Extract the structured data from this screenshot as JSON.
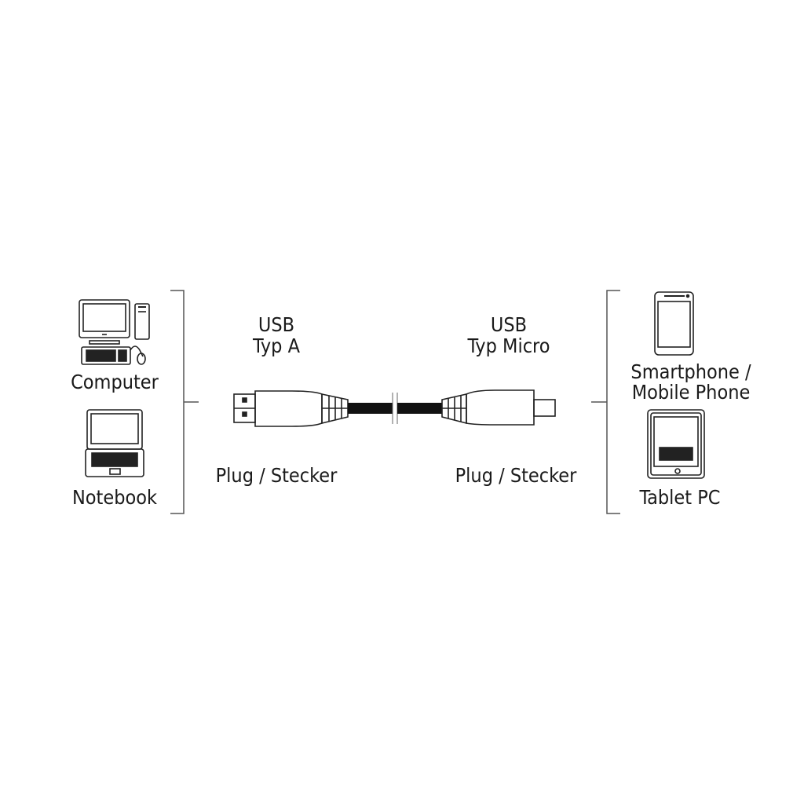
{
  "left_devices": [
    {
      "label": "Computer",
      "icon": "desktop-computer-icon"
    },
    {
      "label": "Notebook",
      "icon": "laptop-icon"
    }
  ],
  "right_devices": [
    {
      "label_line1": "Smartphone /",
      "label_line2": "Mobile Phone",
      "icon": "smartphone-icon"
    },
    {
      "label": "Tablet PC",
      "icon": "tablet-icon"
    }
  ],
  "cable": {
    "left_connector": {
      "line1": "USB",
      "line2": "Typ A",
      "type": "Plug / Stecker"
    },
    "right_connector": {
      "line1": "USB",
      "line2": "Typ Micro",
      "type": "Plug / Stecker"
    }
  },
  "colors": {
    "line": "#222222",
    "bracket": "#555555",
    "cable": "#111111"
  }
}
